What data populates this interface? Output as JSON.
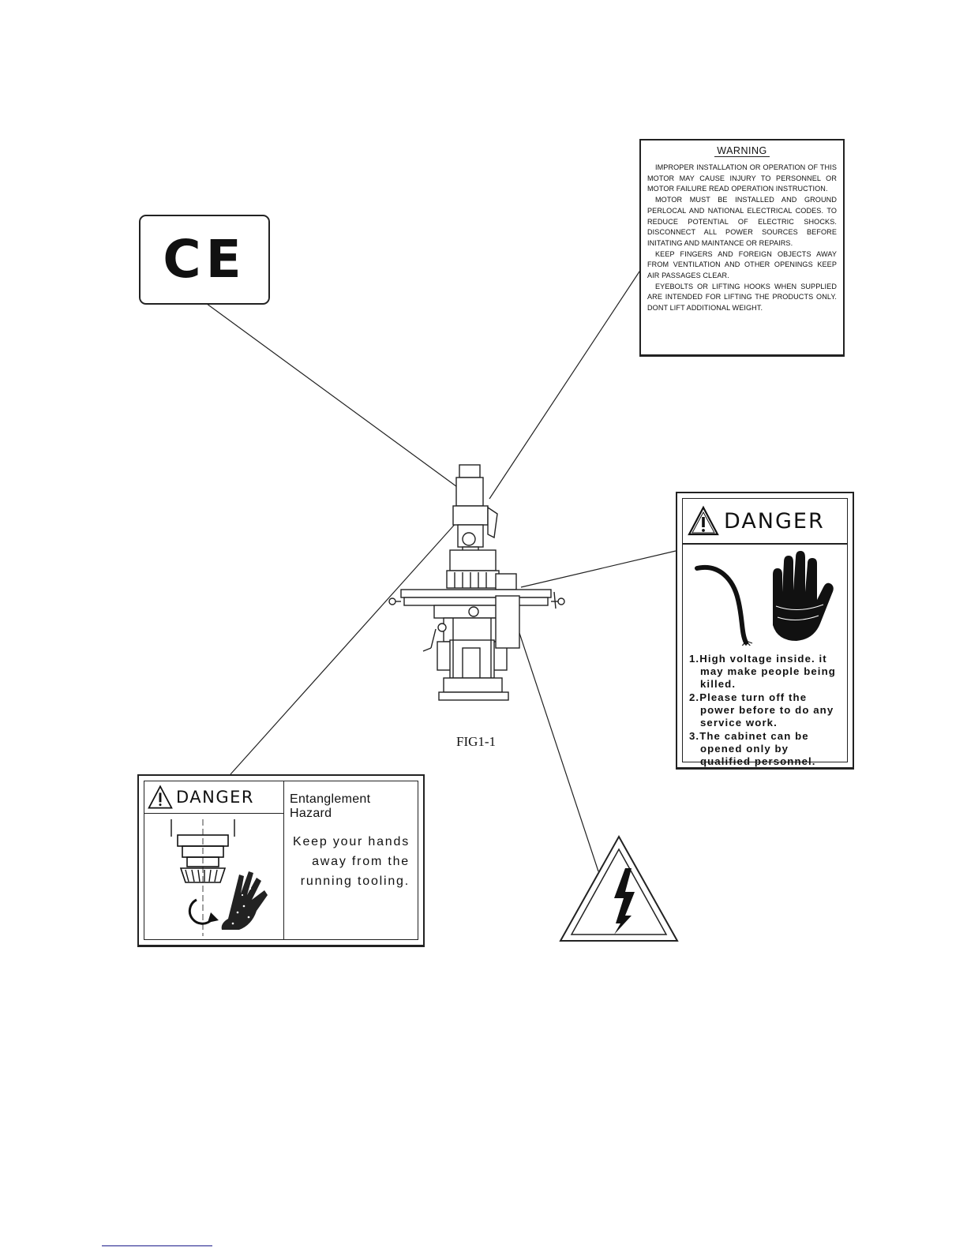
{
  "figure": {
    "caption": "FIG1-1"
  },
  "ce_label": {
    "mark": "CE"
  },
  "warning_label": {
    "title": "WARNING",
    "items": [
      "IMPROPER INSTALLATION OR OPERATION OF THIS MOTOR MAY CAUSE INJURY TO PERSONNEL OR MOTOR FAILURE READ OPERATION INSTRUCTION.",
      "MOTOR MUST BE INSTALLED AND GROUND PERLOCAL AND NATIONAL ELECTRICAL CODES. TO REDUCE POTENTIAL OF ELECTRIC SHOCKS. DISCONNECT ALL POWER SOURCES BEFORE INITATING AND MAINTANCE OR REPAIRS.",
      "KEEP FINGERS AND FOREIGN OBJECTS AWAY FROM VENTILATION AND OTHER OPENINGS KEEP AIR PASSAGES CLEAR.",
      "EYEBOLTS OR LIFTING HOOKS WHEN SUPPLIED ARE INTENDED FOR LIFTING THE PRODUCTS ONLY. DONT LIFT ADDITIONAL WEIGHT."
    ]
  },
  "danger_voltage_label": {
    "header": "DANGER",
    "items": [
      "1.High voltage inside. it may make people being killed.",
      "2.Please turn off the power before to do any service work.",
      "3.The cabinet can be opened only by qualified personnel."
    ]
  },
  "danger_entanglement_label": {
    "header": "DANGER",
    "title": "Entanglement Hazard",
    "body": "Keep your hands away from the running tooling."
  },
  "icons": {
    "ce": "ce-mark-icon",
    "voltage_triangle": "high-voltage-icon",
    "hand": "hand-stop-icon",
    "cable": "cable-icon",
    "spindle": "spindle-icon"
  }
}
